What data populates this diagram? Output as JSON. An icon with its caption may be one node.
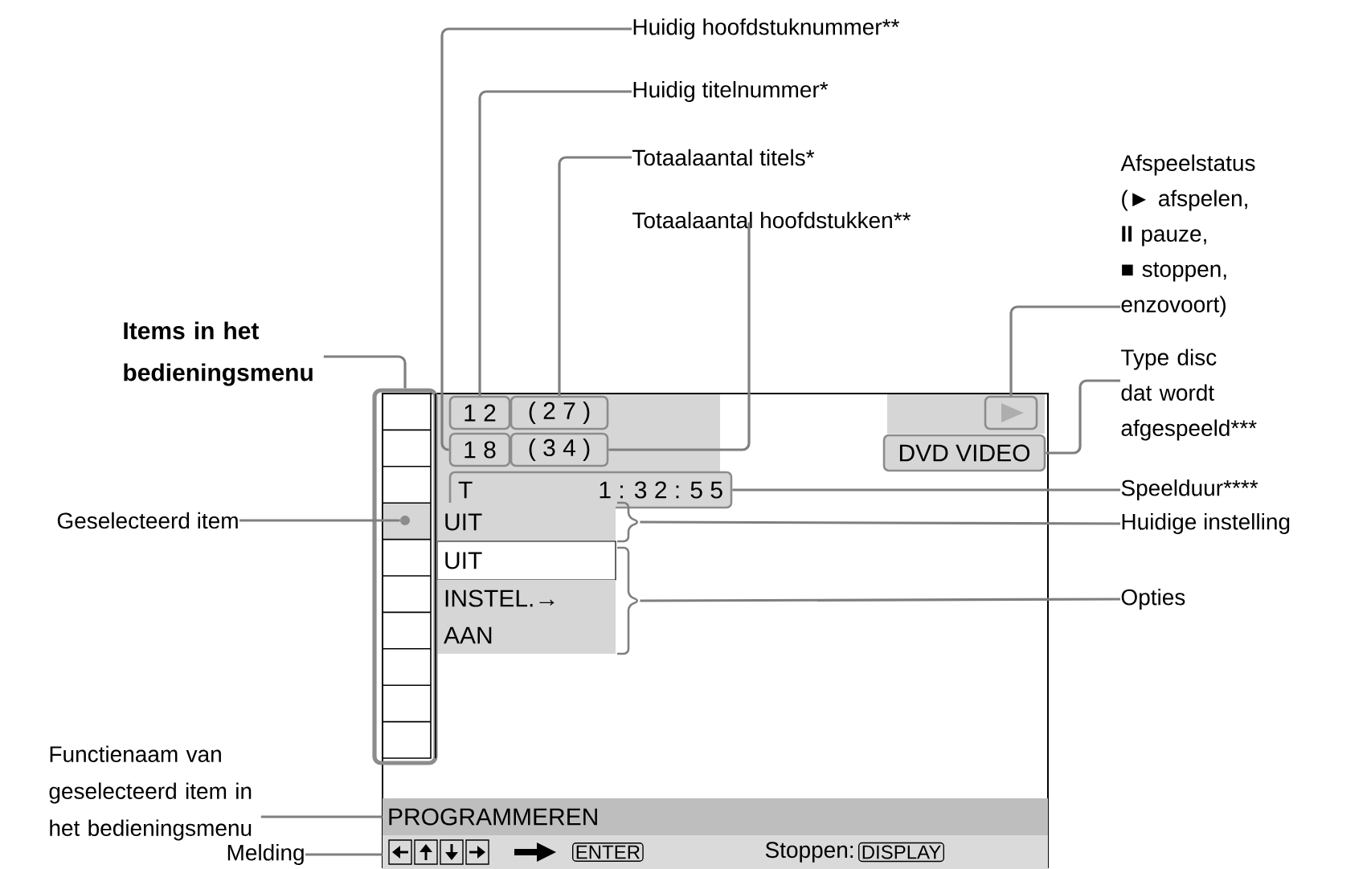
{
  "diagram": {
    "nodes": [
      {
        "text": [
          "Huidig hoofdstuknummer**"
        ]
      },
      {
        "text": [
          "Huidig titelnummer*"
        ]
      },
      {
        "text": [
          "Totaalaantal titels*"
        ]
      },
      {
        "text": [
          "Totaalaantal hoofdstukken**"
        ]
      },
      {
        "text": [
          "Afspeelstatus (► afspelen, **II** pauze, ■ stoppen, enzovoort)"
        ]
      },
      {
        "text": [
          "Type disc dat wordt afgespeeld***"
        ]
      },
      {
        "text": [
          "Speelduur****"
        ]
      },
      {
        "text": [
          "Huidige instelling"
        ]
      },
      {
        "text": [
          "Opties"
        ]
      },
      {
        "text": [
          "Items in het bedieningsmenu"
        ]
      },
      {
        "text": [
          "Geselecteerd item"
        ]
      },
      {
        "text": [
          "Functienaam van geselecteerd item in het bedieningsmenu"
        ]
      },
      {
        "text": [
          "Melding"
        ]
      },
      {
        "text": [],
        "shape": "box"
      },
      {
        "text": [
          "1 2"
        ],
        "in": 13
      },
      {
        "text": [
          "( 2 7 )"
        ],
        "in": 13
      },
      {
        "text": [
          "1 8"
        ],
        "in": 13
      },
      {
        "text": [
          "( 3 4 )"
        ],
        "in": 13
      },
      {
        "text": [],
        "shape": "box",
        "in": 13
      },
      {
        "text": [
          "DVD VIDEO"
        ],
        "in": 13
      },
      {
        "text": [
          "T",
          "1 : 3 2 : 5 5"
        ],
        "in": 13
      },
      {
        "text": [
          "UIT"
        ],
        "in": 13
      },
      {
        "text": [
          "UIT"
        ],
        "in": 13
      },
      {
        "text": [
          "INSTEL.→"
        ],
        "in": 13
      },
      {
        "text": [
          "AAN"
        ],
        "in": 13
      },
      {
        "text": [],
        "shape": "box"
      },
      {
        "text": [],
        "shape": "circle",
        "in": 25
      },
      {
        "text": [
          "PROGRAMMEREN"
        ],
        "in": 13
      },
      {
        "text": [
          "ENTER",
          "Stoppen:",
          "DISPLAY"
        ],
        "in": 13
      },
      {
        "text": [],
        "shape": "bracket",
        "in": 13
      },
      {
        "text": [],
        "shape": "bracket",
        "in": 13
      }
    ],
    "edges": [
      {
        "from": 0,
        "to": 16,
        "arrow": "none"
      },
      {
        "from": 1,
        "to": 14,
        "arrow": "none"
      },
      {
        "from": 2,
        "to": 15,
        "arrow": "none"
      },
      {
        "from": 3,
        "to": 17,
        "arrow": "none"
      },
      {
        "from": 4,
        "to": 18,
        "arrow": "none"
      },
      {
        "from": 5,
        "to": 19,
        "arrow": "none"
      },
      {
        "from": 6,
        "to": 20,
        "arrow": "none"
      },
      {
        "from": 7,
        "to": 29,
        "arrow": "none"
      },
      {
        "from": 8,
        "to": 30,
        "arrow": "none"
      },
      {
        "from": 9,
        "to": 25,
        "arrow": "none"
      },
      {
        "from": 10,
        "to": 26,
        "arrow": "none"
      },
      {
        "from": 11,
        "to": 27,
        "arrow": "none"
      },
      {
        "from": 12,
        "to": 28,
        "arrow": "none"
      }
    ]
  }
}
